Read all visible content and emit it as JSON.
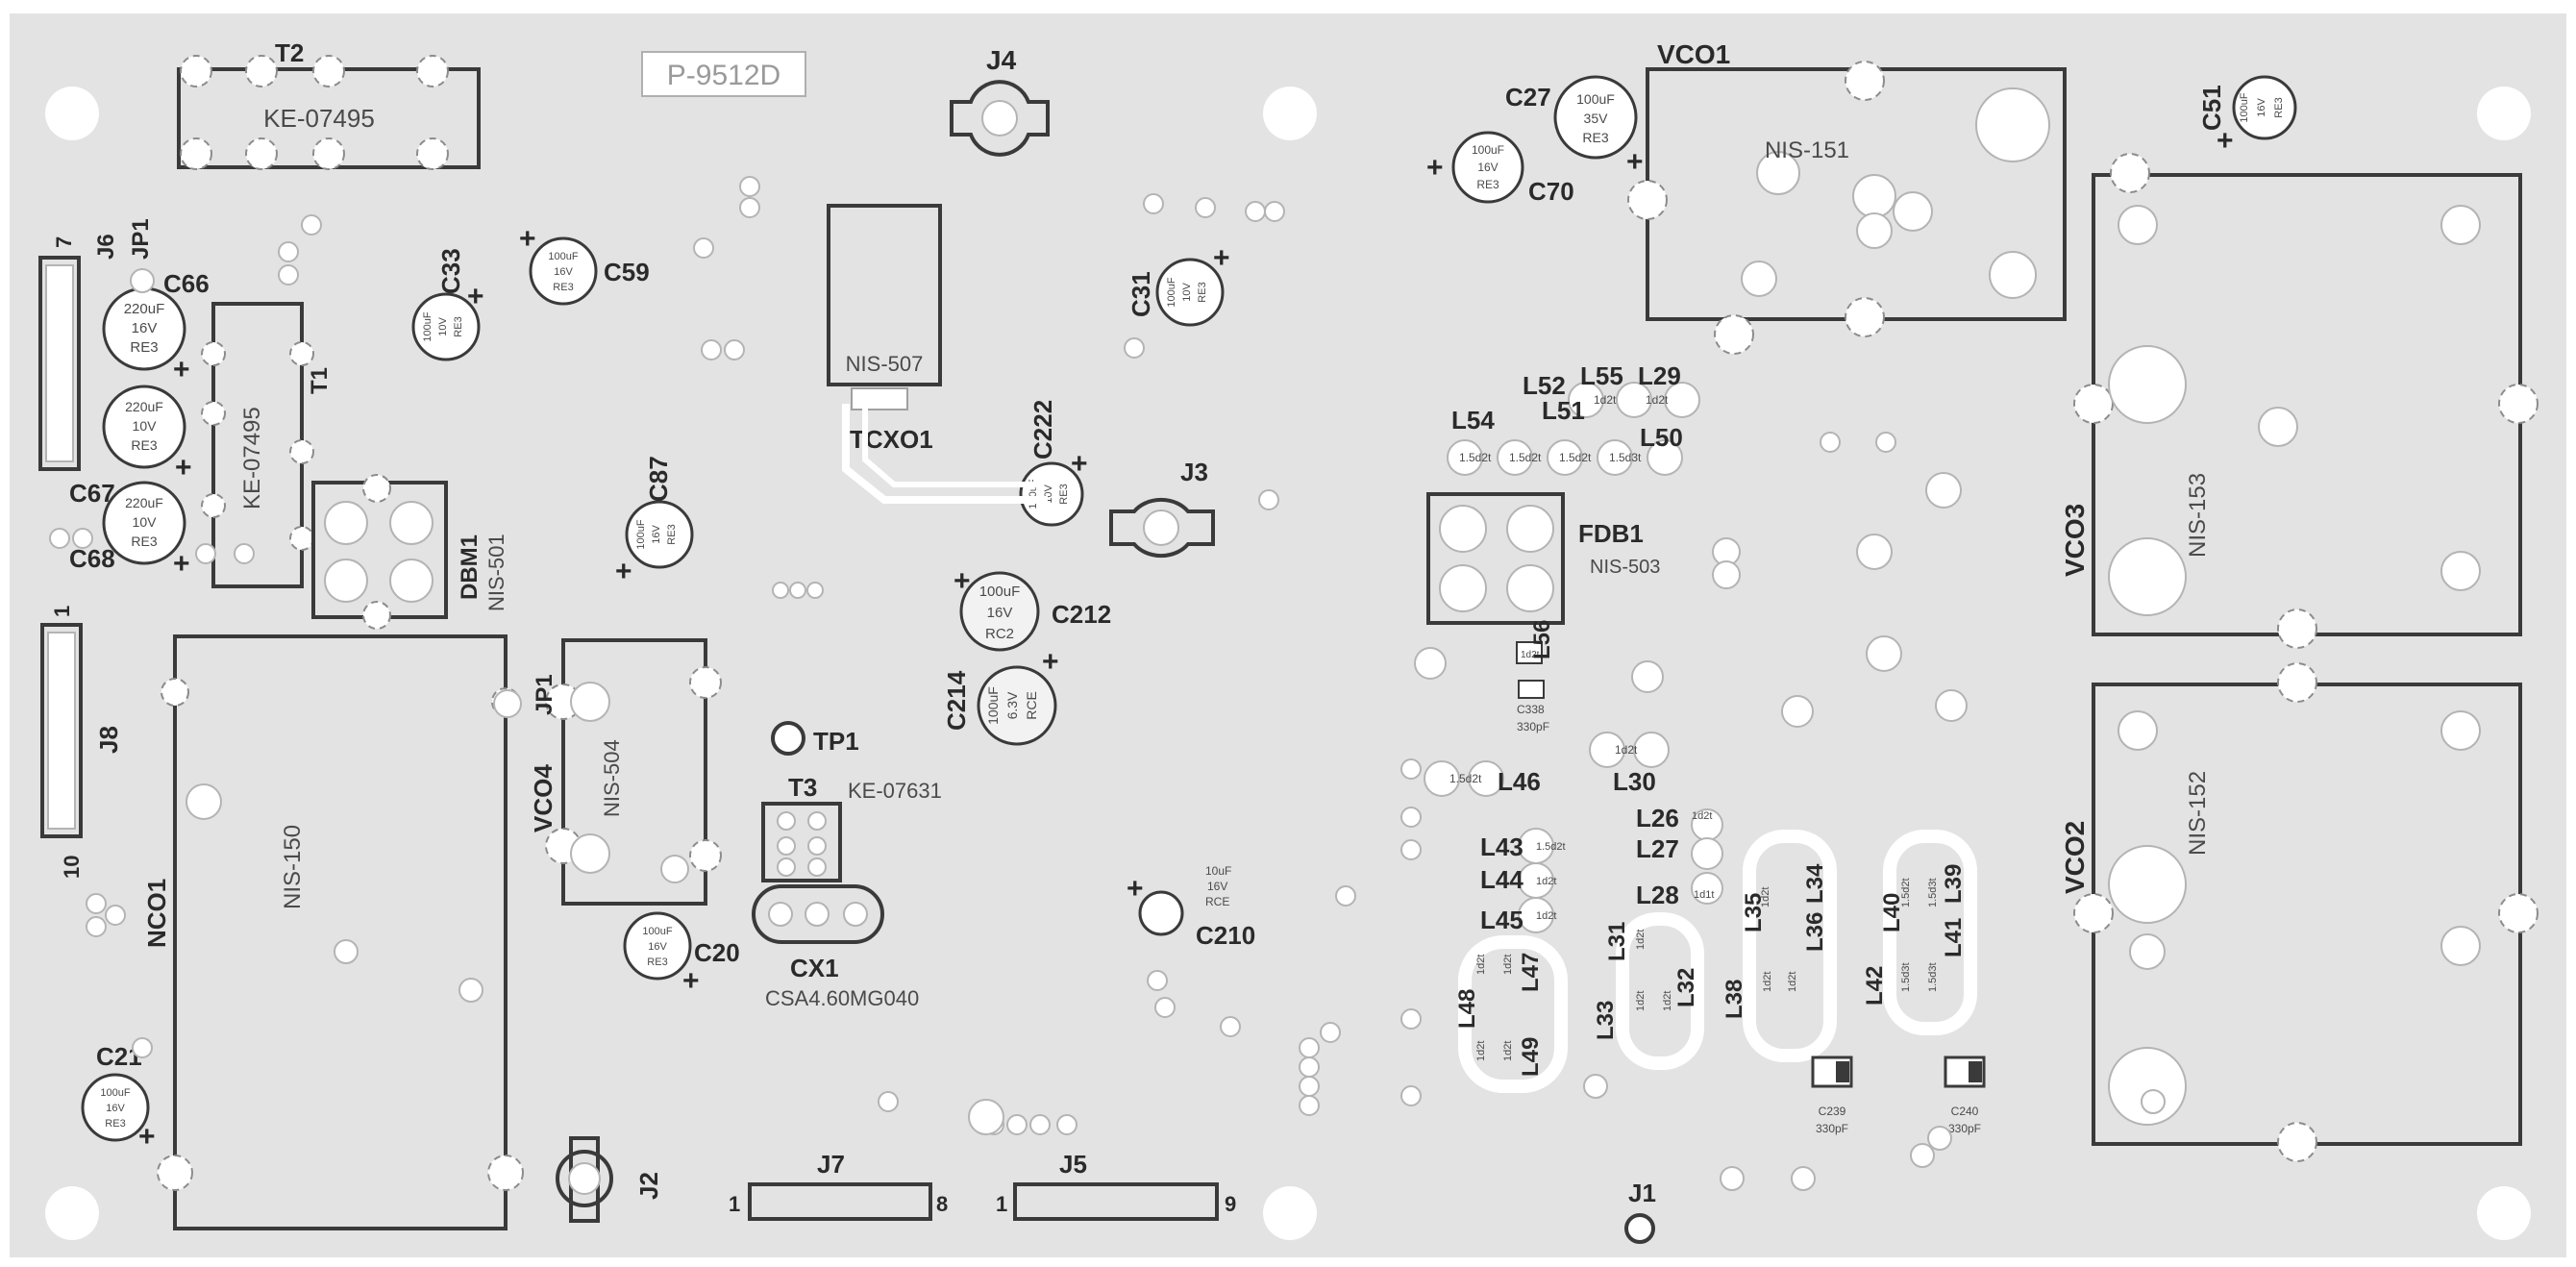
{
  "board": {
    "stamp": "P-9512D"
  },
  "labels": {
    "t2": "T2",
    "t2_part": "KE-07495",
    "t1": "T1",
    "t1_part": "KE-07495",
    "j4": "J4",
    "j3": "J3",
    "j2": "J2",
    "j1": "J1",
    "j5": "J5",
    "j7": "J7",
    "j6": "J6",
    "j8": "J8",
    "j7_pin_first": "1",
    "j7_pin_last": "8",
    "j5_pin_first": "1",
    "j5_pin_last": "9",
    "j6_pin_top": "7",
    "j8_pin_top": "1",
    "j8_pin_bottom": "10",
    "jp1_top": "JP1",
    "jp1_mid": "JP1",
    "vco1": "VCO1",
    "vco1_part": "NIS-151",
    "vco2": "VCO2",
    "vco2_part": "NIS-152",
    "vco3": "VCO3",
    "vco3_part": "NIS-153",
    "vco4": "VCO4",
    "vco4_part": "NIS-504",
    "nco1": "NCO1",
    "nco1_part": "NIS-150",
    "tcxo1": "TCXO1",
    "tcxo1_part": "NIS-507",
    "dbm1": "DBM1",
    "dbm1_part": "NIS-501",
    "fdb1": "FDB1",
    "fdb1_part": "NIS-503",
    "t3": "T3",
    "t3_part": "KE-07631",
    "cx1": "CX1",
    "cx1_part": "CSA4.60MG040",
    "tp1": "TP1"
  },
  "capacitors": {
    "c27": {
      "ref": "C27",
      "l1": "100uF",
      "l2": "35V",
      "l3": "RE3"
    },
    "c70": {
      "ref": "C70",
      "l1": "100uF",
      "l2": "16V",
      "l3": "RE3"
    },
    "c51": {
      "ref": "C51",
      "l1": "100uF",
      "l2": "16V",
      "l3": "RE3"
    },
    "c31": {
      "ref": "C31",
      "l1": "100uF",
      "l2": "10V",
      "l3": "RE3"
    },
    "c59": {
      "ref": "C59",
      "l1": "100uF",
      "l2": "16V",
      "l3": "RE3"
    },
    "c33": {
      "ref": "C33",
      "l1": "100uF",
      "l2": "10V",
      "l3": "RE3"
    },
    "c66": {
      "ref": "C66",
      "l1": "220uF",
      "l2": "16V",
      "l3": "RE3"
    },
    "c67": {
      "ref": "C67",
      "l1": "220uF",
      "l2": "10V",
      "l3": "RE3"
    },
    "c68": {
      "ref": "C68",
      "l1": "220uF",
      "l2": "10V",
      "l3": "RE3"
    },
    "c87": {
      "ref": "C87",
      "l1": "100uF",
      "l2": "16V",
      "l3": "RE3"
    },
    "c222": {
      "ref": "C222",
      "l1": "100uF",
      "l2": "10V",
      "l3": "RE3"
    },
    "c212": {
      "ref": "C212",
      "l1": "100uF",
      "l2": "16V",
      "l3": "RC2"
    },
    "c214": {
      "ref": "C214",
      "l1": "100uF",
      "l2": "6.3V",
      "l3": "RCE"
    },
    "c20": {
      "ref": "C20",
      "l1": "100uF",
      "l2": "16V",
      "l3": "RE3"
    },
    "c21": {
      "ref": "C21",
      "l1": "100uF",
      "l2": "16V",
      "l3": "RE3"
    },
    "c210": {
      "ref": "C210",
      "l1": "10uF",
      "l2": "16V",
      "l3": "RCE"
    },
    "c338": {
      "ref": "C338",
      "val": "330pF"
    },
    "c239": {
      "ref": "C239",
      "val": "330pF"
    },
    "c240": {
      "ref": "C240",
      "val": "330pF"
    }
  },
  "inductors": {
    "l52": "L52",
    "l55": "L55",
    "l29": "L29",
    "l54": "L54",
    "l51": "L51",
    "l50": "L50",
    "l56": "L56",
    "l30": "L30",
    "l46": "L46",
    "l26": "L26",
    "l27": "L27",
    "l28": "L28",
    "l43": "L43",
    "l44": "L44",
    "l45": "L45",
    "l47": "L47",
    "l48": "L48",
    "l49": "L49",
    "l31": "L31",
    "l32": "L32",
    "l33": "L33",
    "l35": "L35",
    "l34": "L34",
    "l36": "L36",
    "l38": "L38",
    "l40": "L40",
    "l39": "L39",
    "l41": "L41",
    "l42": "L42",
    "v_1d2t": "1d2t",
    "v_15d2t": "1.5d2t",
    "v_15d3t": "1.5d3t",
    "v_1d1t": "1d1t"
  },
  "colors": {
    "board": "#e3e3e3",
    "silkscreen": "#3a3a3a",
    "pad": "#ffffff"
  }
}
